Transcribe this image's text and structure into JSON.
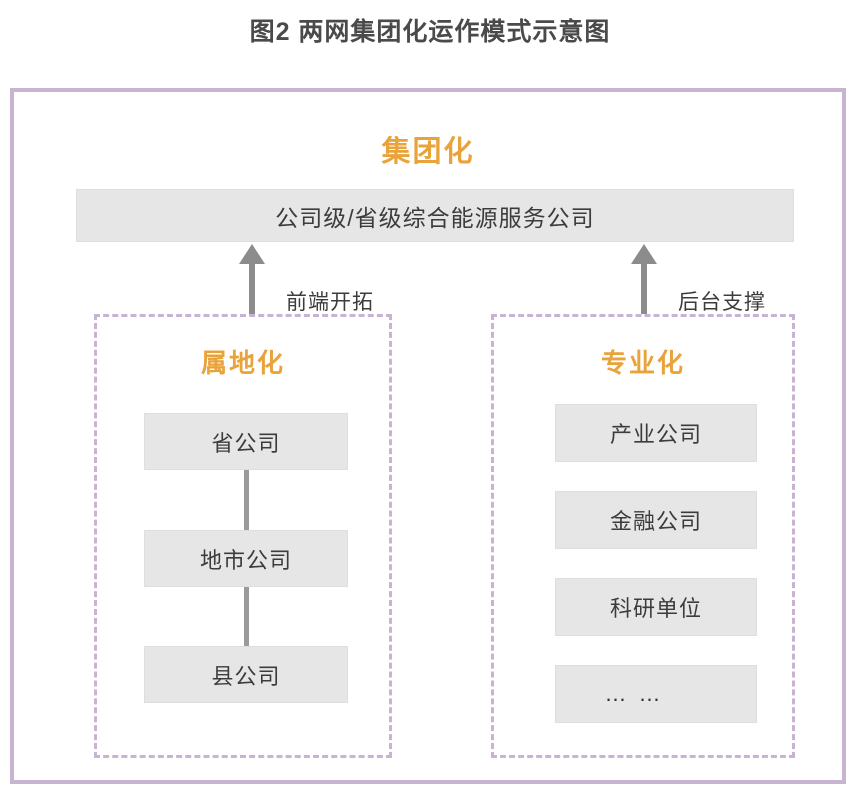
{
  "figure": {
    "title": "图2 两网集团化运作模式示意图"
  },
  "colors": {
    "accent_orange": "#e8a33a",
    "frame_purple": "#c9b3d2",
    "box_gray": "#e6e6e6",
    "connector_gray": "#9a9a9a",
    "arrow_gray": "#8c8c8c",
    "text_dark": "#3c3c3c"
  },
  "diagram": {
    "group_heading": "集团化",
    "top_entity": "公司级/省级综合能源服务公司",
    "arrows": [
      {
        "label": "前端开拓",
        "direction": "up"
      },
      {
        "label": "后台支撑",
        "direction": "up"
      }
    ],
    "panels": [
      {
        "heading": "属地化",
        "layout": "chain",
        "nodes": [
          {
            "label": "省公司"
          },
          {
            "label": "地市公司"
          },
          {
            "label": "县公司"
          }
        ]
      },
      {
        "heading": "专业化",
        "layout": "list",
        "nodes": [
          {
            "label": "产业公司"
          },
          {
            "label": "金融公司"
          },
          {
            "label": "科研单位"
          },
          {
            "label": "… …"
          }
        ]
      }
    ]
  }
}
